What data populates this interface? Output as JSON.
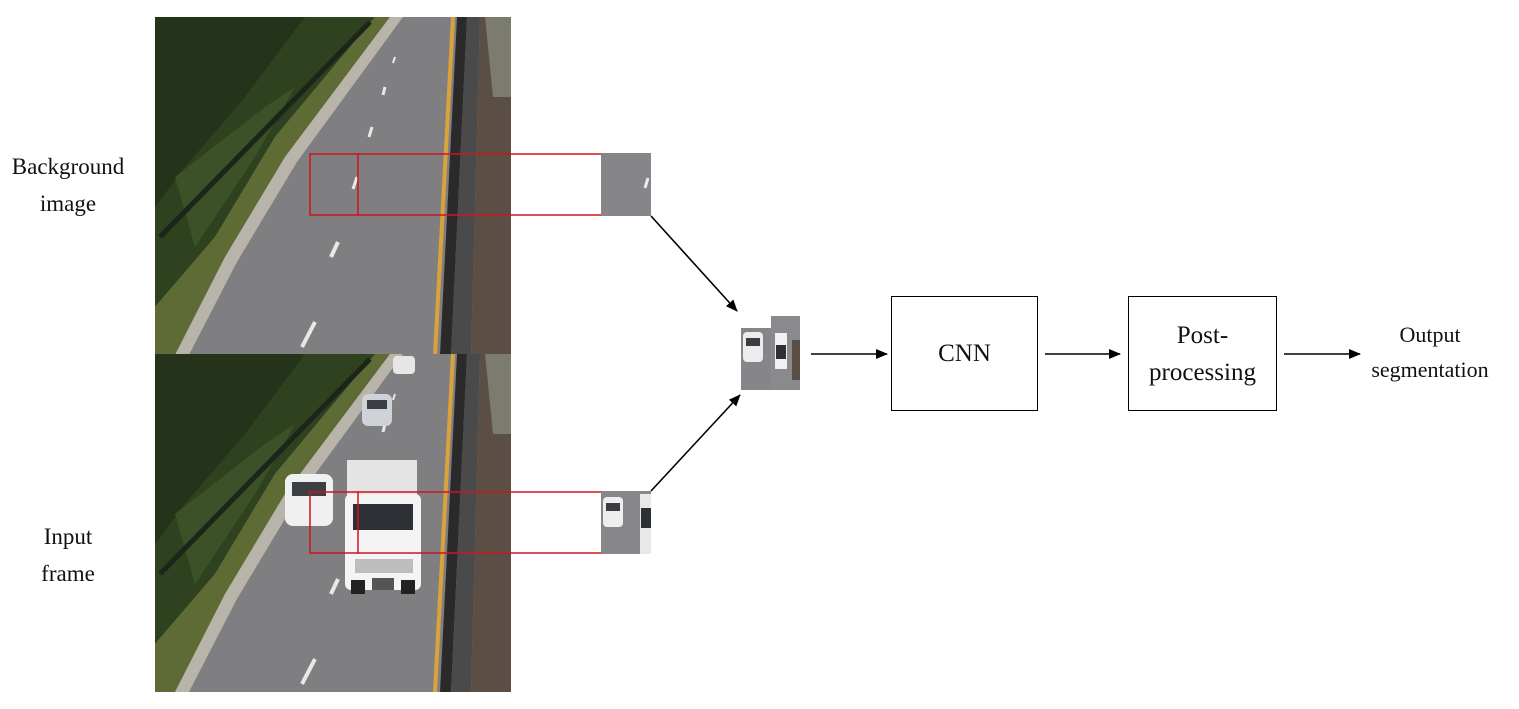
{
  "labels": {
    "background_image": "Background\nimage",
    "input_frame": "Input\nframe",
    "output": "Output\nsegmentation"
  },
  "boxes": {
    "cnn": "CNN",
    "post_processing": "Post-\nprocessing"
  },
  "colors": {
    "crop_outline": "#d0141c",
    "arrow": "#000000",
    "road": "#7d7d7f",
    "trees": "#2b3a1c",
    "grass": "#6a6a3a",
    "lane_line": "#d8a23c"
  }
}
